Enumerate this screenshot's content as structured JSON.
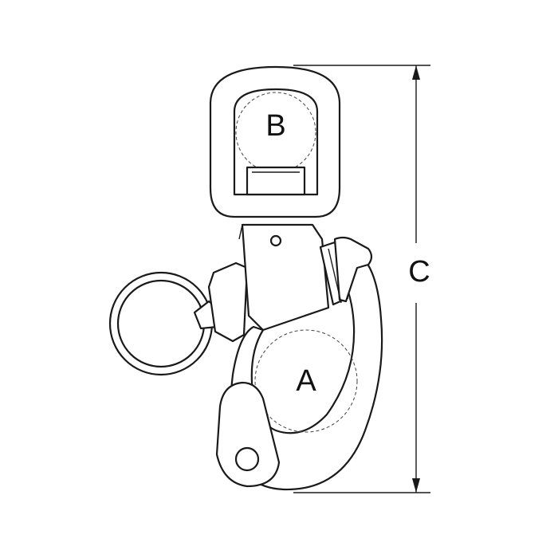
{
  "diagram": {
    "labels": {
      "bail_opening": "B",
      "jaw_opening": "A",
      "overall_length": "C"
    }
  }
}
